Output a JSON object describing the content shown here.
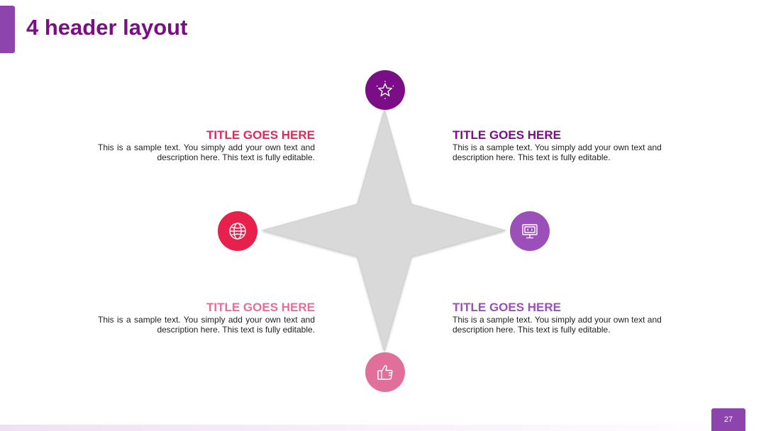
{
  "slide": {
    "title": "4 header layout",
    "page_number": "27"
  },
  "colors": {
    "accent": "#8e44ad",
    "title": "#7b0e86",
    "star_fill": "#d9d9d9",
    "top_icon": "#7b0e86",
    "left_icon": "#e8204c",
    "right_icon": "#9b4fb8",
    "bottom_icon": "#e0709a"
  },
  "icons": {
    "top": "star-icon",
    "left": "globe-icon",
    "right": "monitor-code-icon",
    "bottom": "thumbs-up-icon"
  },
  "blocks": [
    {
      "title": "TITLE GOES HERE",
      "color": "#e02a5a",
      "desc": "This is a sample text. You simply add your own text and description here. This text is fully editable."
    },
    {
      "title": "TITLE GOES HERE",
      "color": "#7b0e86",
      "desc": "This is a sample text. You simply add your own text and description here. This text is fully editable."
    },
    {
      "title": "TITLE GOES HERE",
      "color": "#e0709a",
      "desc": "This is a sample text. You simply add your own text and description here. This text is fully editable."
    },
    {
      "title": "TITLE GOES HERE",
      "color": "#9b4fb8",
      "desc": "This is a sample text. You simply add your own text and description here. This text is fully editable."
    }
  ]
}
